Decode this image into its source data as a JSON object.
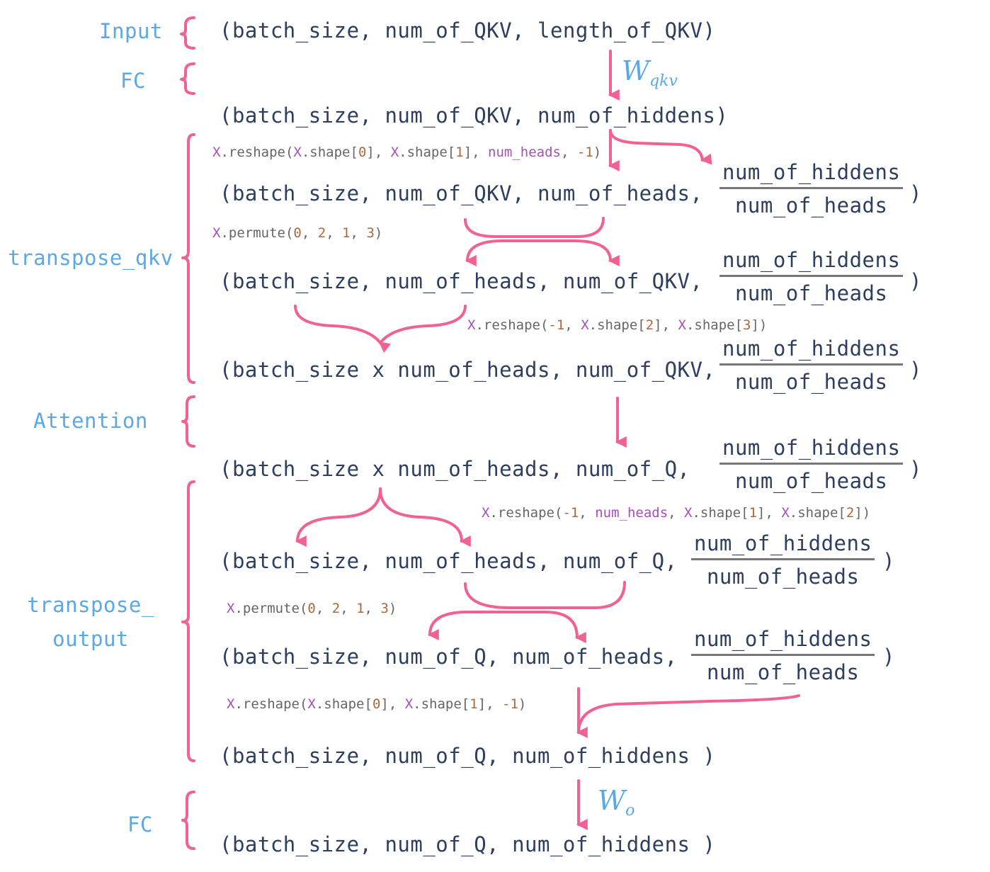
{
  "stage_labels": {
    "input": "Input",
    "fc_in": "FC",
    "transpose_qkv": "transpose_qkv",
    "attention": "Attention",
    "transpose_output_line1": "transpose_",
    "transpose_output_line2": "output",
    "fc_out": "FC"
  },
  "shapes": {
    "s1": "(batch_size, num_of_QKV, length_of_QKV)",
    "s2": "(batch_size, num_of_QKV, num_of_hiddens)",
    "s3": "(batch_size, num_of_QKV, num_of_heads,",
    "s4": "(batch_size, num_of_heads, num_of_QKV,",
    "s5": "(batch_size x num_of_heads, num_of_QKV,",
    "s6": "(batch_size x num_of_heads, num_of_Q,",
    "s7": "(batch_size, num_of_heads, num_of_Q,",
    "s8": "(batch_size, num_of_Q, num_of_heads,",
    "s9": "(batch_size, num_of_Q, num_of_hiddens )",
    "s10": "(batch_size, num_of_Q, num_of_hiddens )",
    "close_paren": ")"
  },
  "fraction": {
    "numerator": "num_of_hiddens",
    "denominator": "num_of_heads"
  },
  "weights": {
    "w_in_base": "W",
    "w_in_sub": "qkv",
    "w_out_base": "W",
    "w_out_sub": "o"
  },
  "code": {
    "c1": [
      {
        "t": "X",
        "c": "v"
      },
      {
        "t": ".reshape(",
        "c": "p"
      },
      {
        "t": "X",
        "c": "v"
      },
      {
        "t": ".shape[",
        "c": "p"
      },
      {
        "t": "0",
        "c": "n"
      },
      {
        "t": "], ",
        "c": "p"
      },
      {
        "t": "X",
        "c": "v"
      },
      {
        "t": ".shape[",
        "c": "p"
      },
      {
        "t": "1",
        "c": "n"
      },
      {
        "t": "], ",
        "c": "p"
      },
      {
        "t": "num_heads",
        "c": "v"
      },
      {
        "t": ", ",
        "c": "p"
      },
      {
        "t": "-1",
        "c": "n"
      },
      {
        "t": ")",
        "c": "p"
      }
    ],
    "c2": [
      {
        "t": "X",
        "c": "v"
      },
      {
        "t": ".permute(",
        "c": "p"
      },
      {
        "t": "0",
        "c": "n"
      },
      {
        "t": ", ",
        "c": "p"
      },
      {
        "t": "2",
        "c": "n"
      },
      {
        "t": ", ",
        "c": "p"
      },
      {
        "t": "1",
        "c": "n"
      },
      {
        "t": ", ",
        "c": "p"
      },
      {
        "t": "3",
        "c": "n"
      },
      {
        "t": ")",
        "c": "p"
      }
    ],
    "c3": [
      {
        "t": "X",
        "c": "v"
      },
      {
        "t": ".reshape(",
        "c": "p"
      },
      {
        "t": "-1",
        "c": "n"
      },
      {
        "t": ", ",
        "c": "p"
      },
      {
        "t": "X",
        "c": "v"
      },
      {
        "t": ".shape[",
        "c": "p"
      },
      {
        "t": "2",
        "c": "n"
      },
      {
        "t": "], ",
        "c": "p"
      },
      {
        "t": "X",
        "c": "v"
      },
      {
        "t": ".shape[",
        "c": "p"
      },
      {
        "t": "3",
        "c": "n"
      },
      {
        "t": "])",
        "c": "p"
      }
    ],
    "c4": [
      {
        "t": "X",
        "c": "v"
      },
      {
        "t": ".reshape(",
        "c": "p"
      },
      {
        "t": "-1",
        "c": "n"
      },
      {
        "t": ", ",
        "c": "p"
      },
      {
        "t": "num_heads",
        "c": "v"
      },
      {
        "t": ", ",
        "c": "p"
      },
      {
        "t": "X",
        "c": "v"
      },
      {
        "t": ".shape[",
        "c": "p"
      },
      {
        "t": "1",
        "c": "n"
      },
      {
        "t": "], ",
        "c": "p"
      },
      {
        "t": "X",
        "c": "v"
      },
      {
        "t": ".shape[",
        "c": "p"
      },
      {
        "t": "2",
        "c": "n"
      },
      {
        "t": "])",
        "c": "p"
      }
    ],
    "c5": [
      {
        "t": "X",
        "c": "v"
      },
      {
        "t": ".permute(",
        "c": "p"
      },
      {
        "t": "0",
        "c": "n"
      },
      {
        "t": ", ",
        "c": "p"
      },
      {
        "t": "2",
        "c": "n"
      },
      {
        "t": ", ",
        "c": "p"
      },
      {
        "t": "1",
        "c": "n"
      },
      {
        "t": ", ",
        "c": "p"
      },
      {
        "t": "3",
        "c": "n"
      },
      {
        "t": ")",
        "c": "p"
      }
    ],
    "c6": [
      {
        "t": "X",
        "c": "v"
      },
      {
        "t": ".reshape(",
        "c": "p"
      },
      {
        "t": "X",
        "c": "v"
      },
      {
        "t": ".shape[",
        "c": "p"
      },
      {
        "t": "0",
        "c": "n"
      },
      {
        "t": "], ",
        "c": "p"
      },
      {
        "t": "X",
        "c": "v"
      },
      {
        "t": ".shape[",
        "c": "p"
      },
      {
        "t": "1",
        "c": "n"
      },
      {
        "t": "], ",
        "c": "p"
      },
      {
        "t": "-1",
        "c": "n"
      },
      {
        "t": ")",
        "c": "p"
      }
    ]
  },
  "colors": {
    "arrow": "#f06292",
    "label": "#5aa9e6",
    "shape_text": "#2d3e5e",
    "code_var": "#a450b8",
    "code_num": "#a86a3e",
    "code_punct": "#666666"
  }
}
